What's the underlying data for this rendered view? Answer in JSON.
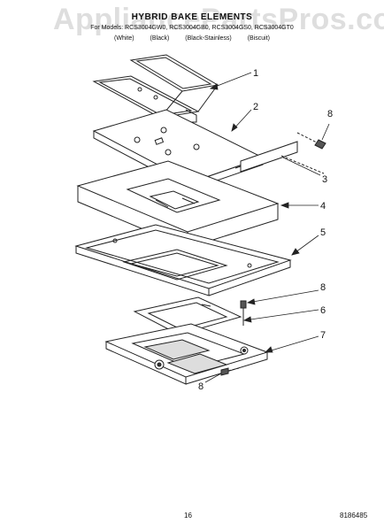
{
  "watermark": "AppliancePartsPros.com",
  "header": {
    "title": "HYBRID BAKE ELEMENTS",
    "models": "For Models: RCS3004GW0, RCS3004GB0, RCS3004GS0, RCS3004GT0",
    "colors": [
      "(White)",
      "(Black)",
      "(Black-Stainless)",
      "(Biscuit)"
    ]
  },
  "callouts": [
    "1",
    "2",
    "8",
    "3",
    "4",
    "5",
    "8",
    "6",
    "7",
    "8"
  ],
  "footer": {
    "page_number": "16",
    "doc_number": "8186485"
  }
}
